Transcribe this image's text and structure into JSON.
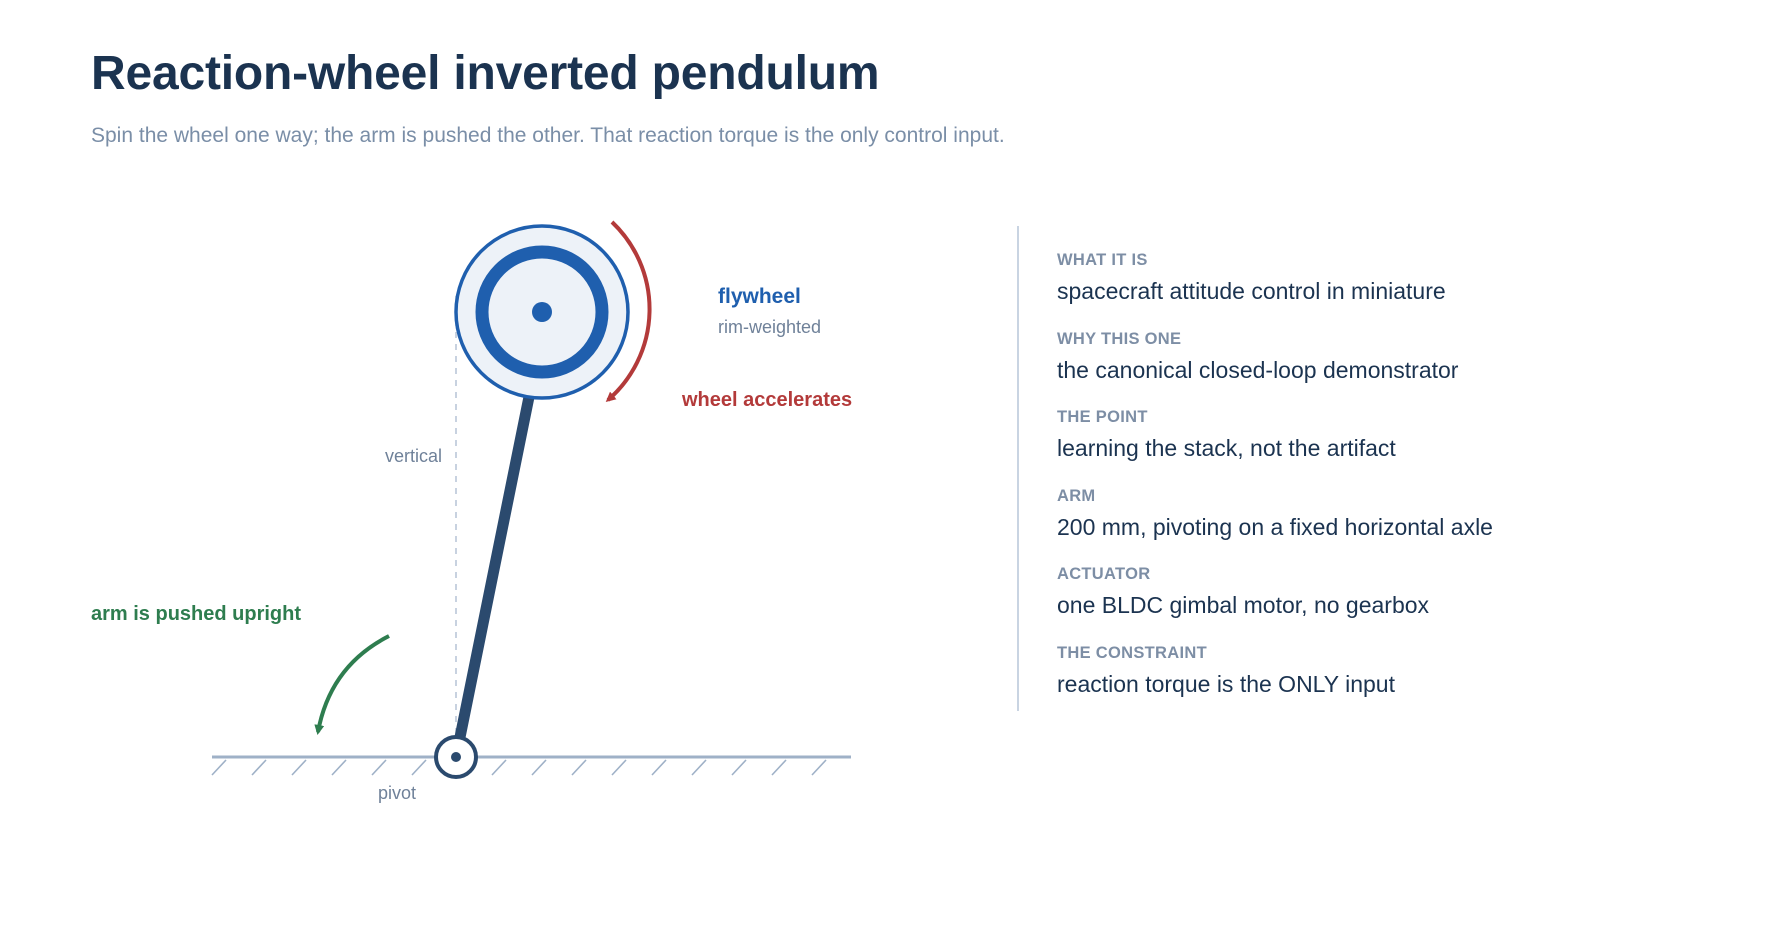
{
  "header": {
    "title": "Reaction-wheel inverted pendulum",
    "subtitle": "Spin the wheel one way; the arm is pushed the other. That reaction torque is the only control input."
  },
  "diagram": {
    "flywheel_label": "flywheel",
    "flywheel_sublabel": "rim-weighted",
    "wheel_arrow_label": "wheel accelerates",
    "arm_arrow_label": "arm is pushed upright",
    "vertical_label": "vertical",
    "pivot_label": "pivot",
    "colors": {
      "arm": "#2b4a6e",
      "wheel": "#1f5fae",
      "wheel_fill": "#edf2f8",
      "wheel_arrow": "#b33a3a",
      "arm_arrow": "#2e7d4f",
      "ground": "#9fb1c7",
      "muted_text": "#6f8199"
    }
  },
  "facts": [
    {
      "label": "WHAT IT IS",
      "value": "spacecraft attitude control in miniature"
    },
    {
      "label": "WHY THIS ONE",
      "value": "the canonical closed-loop demonstrator"
    },
    {
      "label": "THE POINT",
      "value": "learning the stack, not the artifact"
    },
    {
      "label": "ARM",
      "value": "200 mm, pivoting on a fixed horizontal axle"
    },
    {
      "label": "ACTUATOR",
      "value": "one BLDC gimbal motor, no gearbox"
    },
    {
      "label": "THE CONSTRAINT",
      "value": "reaction torque is the ONLY input"
    }
  ]
}
